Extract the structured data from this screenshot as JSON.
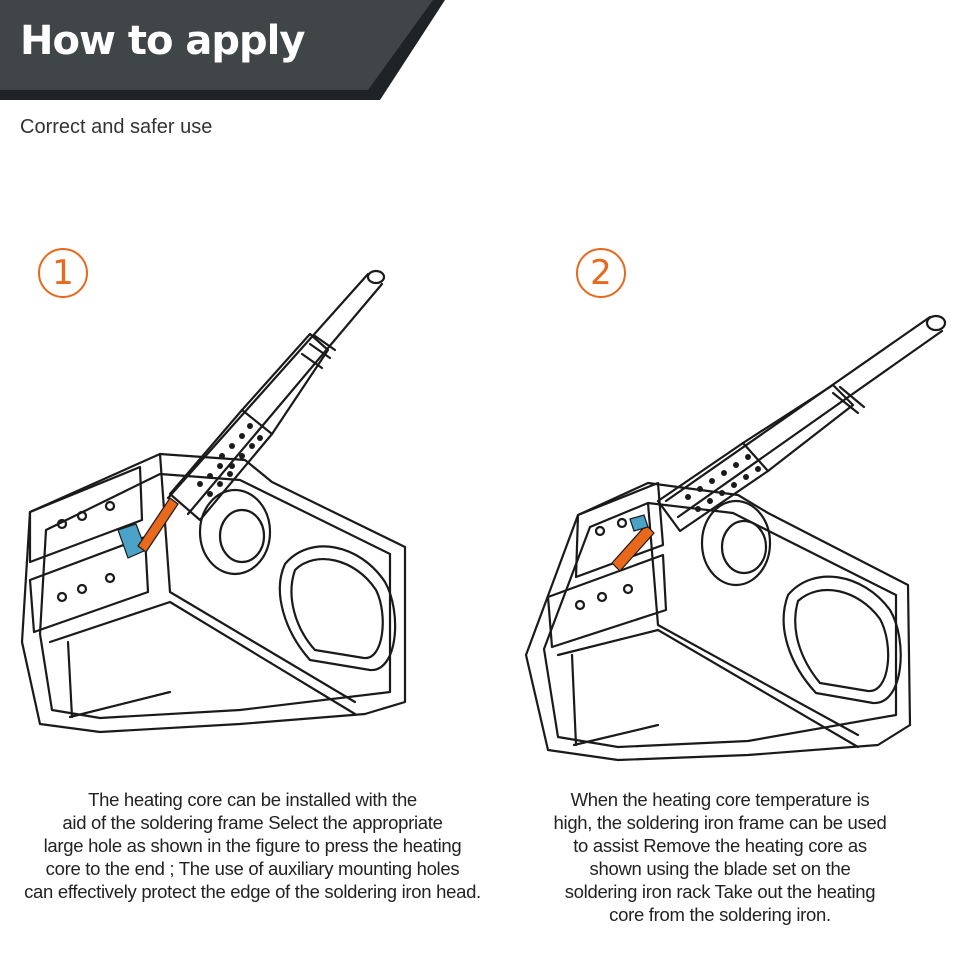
{
  "header": {
    "title": "How to apply",
    "subtitle": "Correct and safer use",
    "colors": {
      "bar": "#404548",
      "bar_edge": "#1f2326",
      "accent": "#e8681c"
    }
  },
  "steps": [
    {
      "number": "1",
      "illustration_icon": "soldering-stand-with-iron-icon",
      "caption_lines": [
        "The heating core can be installed with the",
        "aid of the soldering frame Select the appropriate",
        "large hole as shown in the figure to press the heating",
        "core to the end ; The use of auxiliary mounting holes",
        "can effectively protect the edge of the soldering iron head."
      ]
    },
    {
      "number": "2",
      "illustration_icon": "soldering-stand-with-iron-icon",
      "caption_lines": [
        "When the heating core temperature is",
        "high, the soldering iron frame can be used",
        "to assist Remove the heating core as",
        "shown using the blade set on the",
        "soldering iron rack Take out the heating",
        "core from the soldering iron."
      ]
    }
  ]
}
